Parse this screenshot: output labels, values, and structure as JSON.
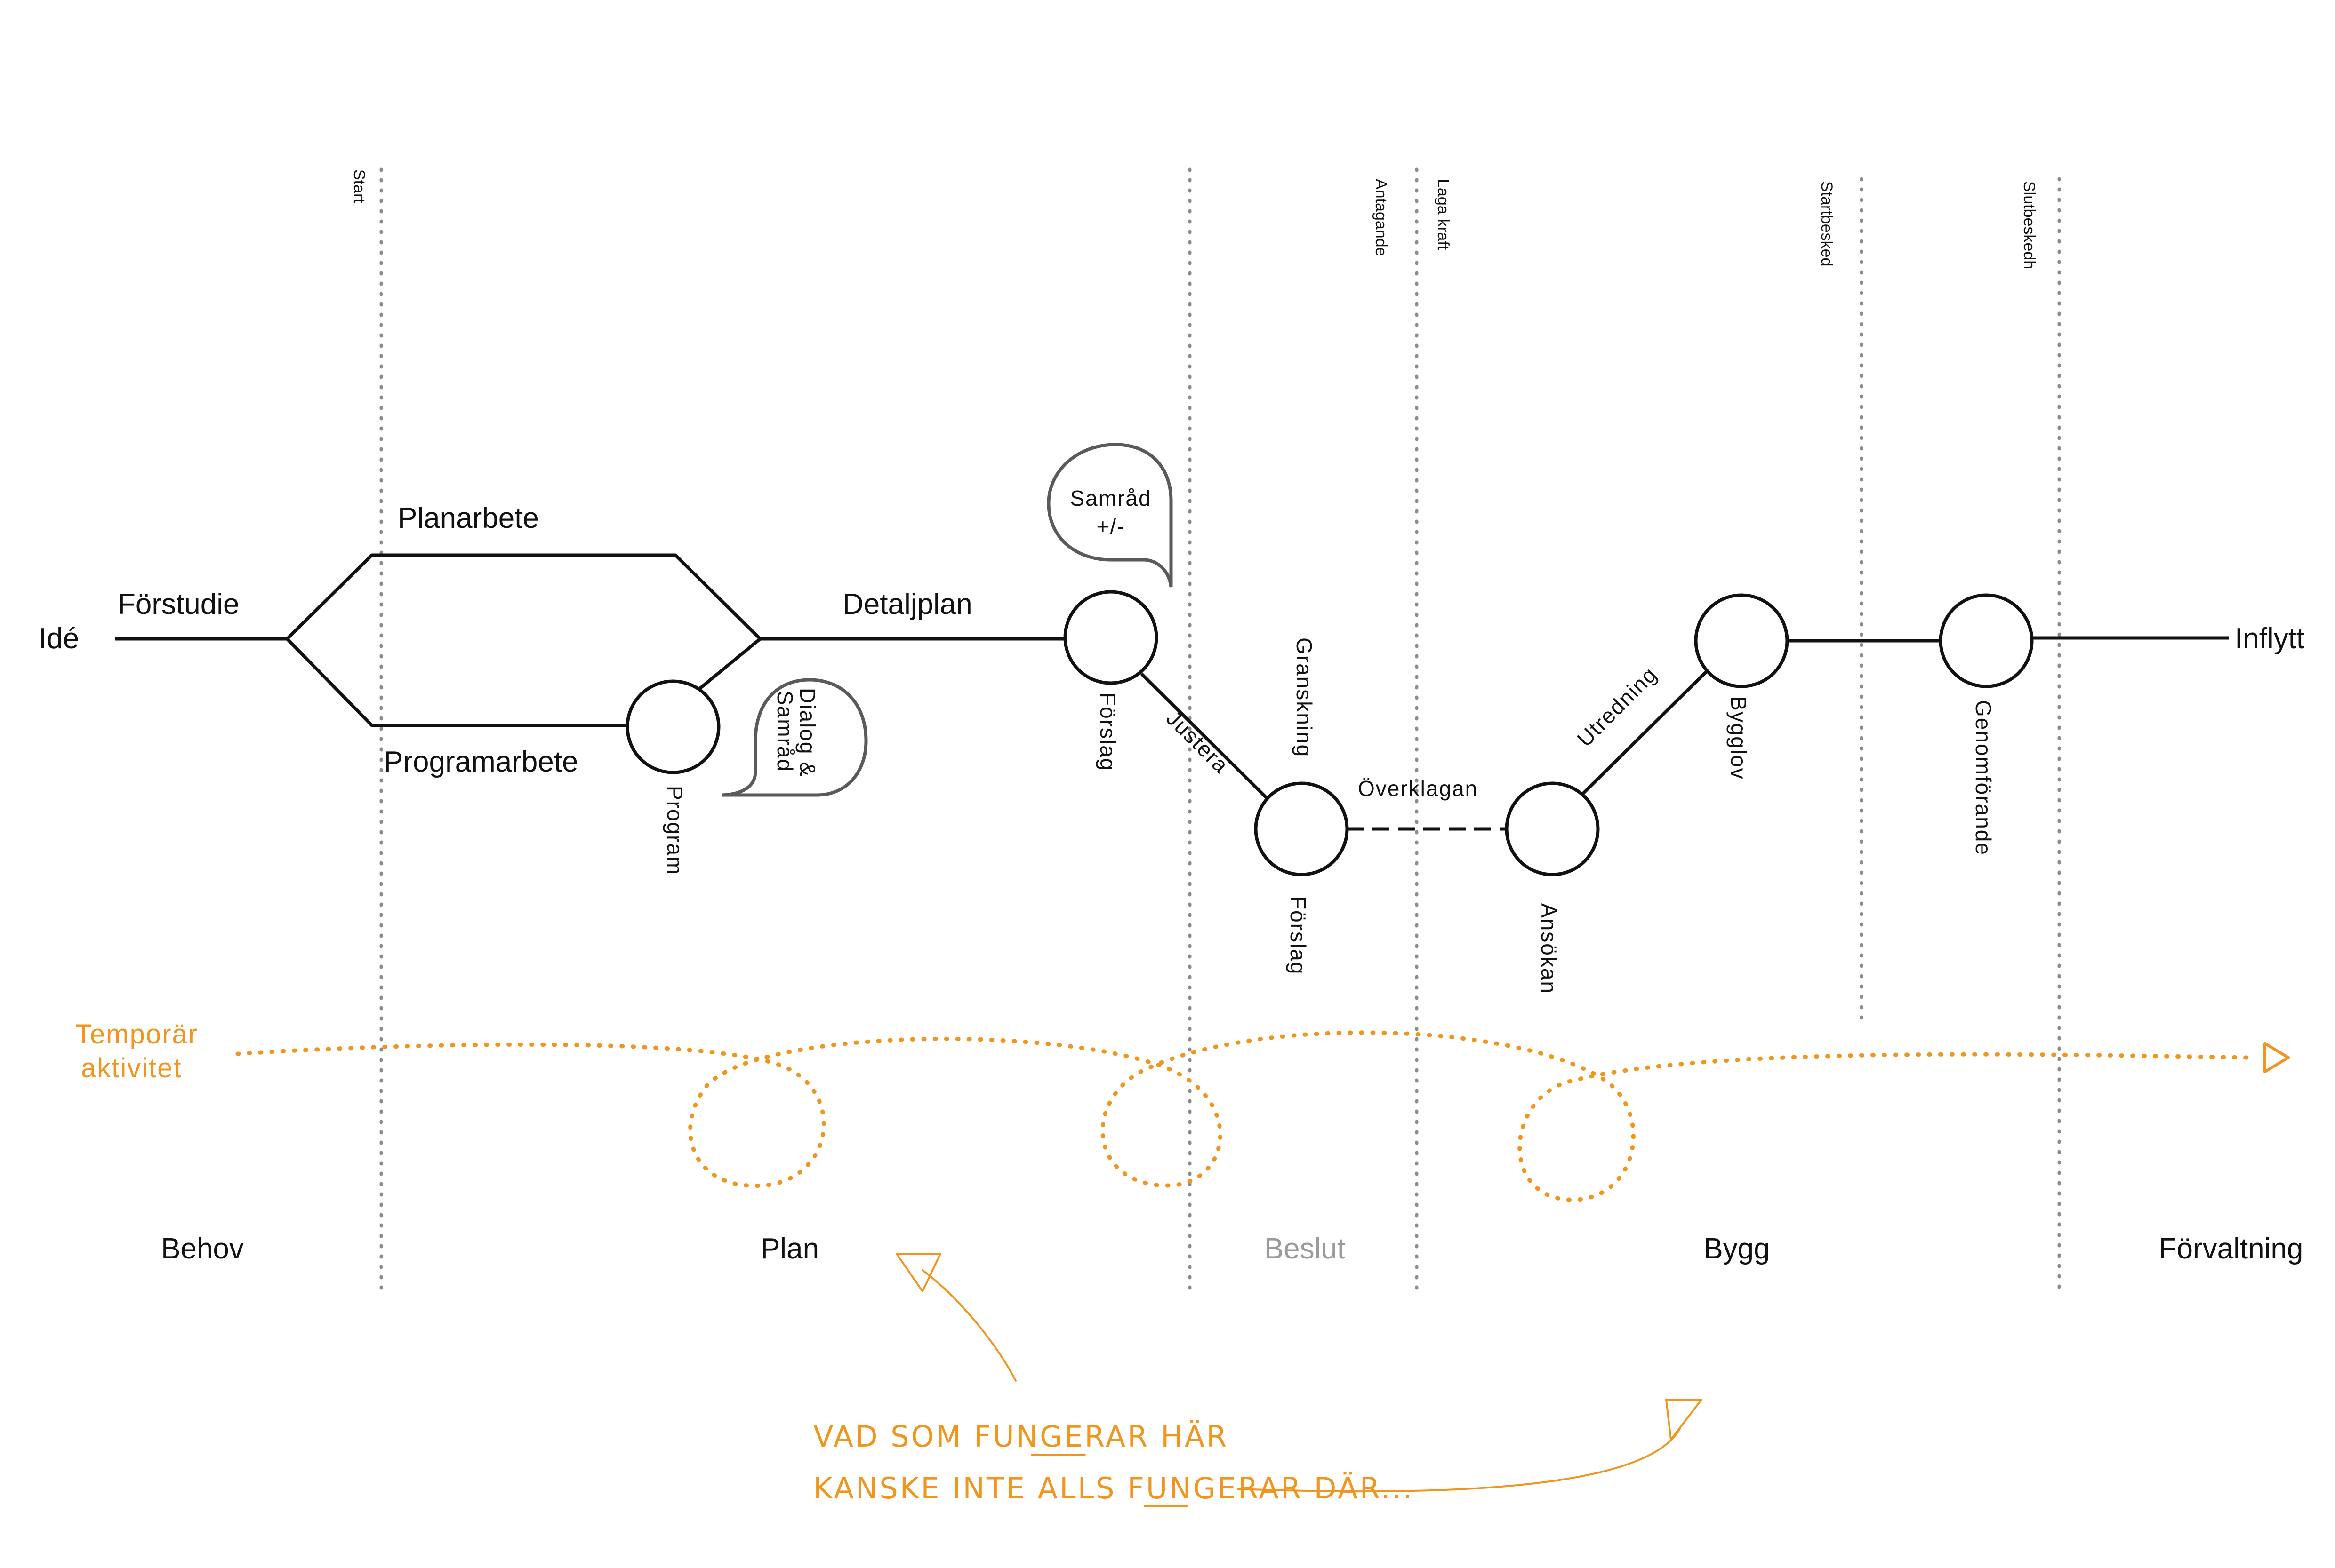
{
  "diagram": {
    "start_label": "Idé",
    "end_label": "Inflytt",
    "edges": {
      "forstudie": "Förstudie",
      "planarbete": "Planarbete",
      "programarbete": "Programarbete",
      "detaljplan": "Detaljplan",
      "justera": "Justera",
      "granskning": "Granskning",
      "overklagan": "Överklagan",
      "utredning": "Utredning"
    },
    "nodes": {
      "program": "Program",
      "forslag_1": "Förslag",
      "forslag_2": "Förslag",
      "ansokan": "Ansökan",
      "bygglov": "Bygglov",
      "genomforande": "Genomförande"
    },
    "bubbles": {
      "dialog_line1": "Dialog &",
      "dialog_line2": "Samråd",
      "samrad_line1": "Samråd",
      "samrad_line2": "+/-"
    },
    "markers": {
      "start": "Start",
      "antagande": "Antagande",
      "laga_kraft": "Laga kraft",
      "startbesked": "Startbesked",
      "slutbeskedh": "Slutbeskedh"
    },
    "phases": {
      "behov": "Behov",
      "plan": "Plan",
      "beslut": "Beslut",
      "bygg": "Bygg",
      "forvaltning": "Förvaltning"
    },
    "temporary": {
      "line1": "Temporär",
      "line2": "aktivitet"
    },
    "note": {
      "line1_prefix": "VAD SOM FUNGERAR ",
      "line1_emph": "HÄR",
      "line2_prefix": "KANSKE INTE ALLS FUNGERAR ",
      "line2_emph": "DÄR",
      "line2_suffix": "..."
    },
    "colors": {
      "accent": "#f0961e",
      "line": "#111111",
      "muted_phase": "#9a9a9a"
    }
  }
}
